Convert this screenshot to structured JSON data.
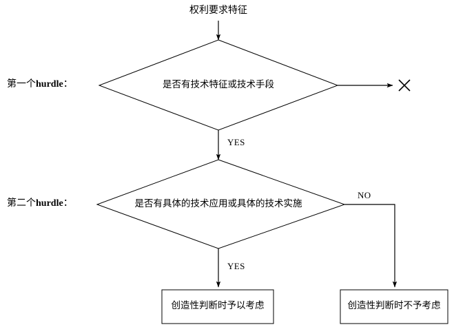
{
  "diagram": {
    "title_node": {
      "label": "权利要求特征"
    },
    "stage_labels": [
      {
        "prefix": "第一个",
        "bold": "hurdle",
        "suffix": "："
      },
      {
        "prefix": "第二个",
        "bold": "hurdle",
        "suffix": "："
      }
    ],
    "decisions": [
      {
        "id": "decision-1",
        "label": "是否有技术特征或技术手段"
      },
      {
        "id": "decision-2",
        "label": "是否有具体的技术应用或具体的技术实施"
      }
    ],
    "edge_labels": {
      "yes_1": "YES",
      "yes_2": "YES",
      "no_2": "NO"
    },
    "terminals": [
      {
        "id": "reject-mark",
        "label": "✕"
      }
    ],
    "outcomes": [
      {
        "id": "outcome-consider",
        "label": "创造性判断时予以考虑"
      },
      {
        "id": "outcome-not-consider",
        "label": "创造性判断时不予考虑"
      }
    ],
    "colors": {
      "stroke": "#000000",
      "text": "#000000",
      "background": "#ffffff"
    }
  }
}
